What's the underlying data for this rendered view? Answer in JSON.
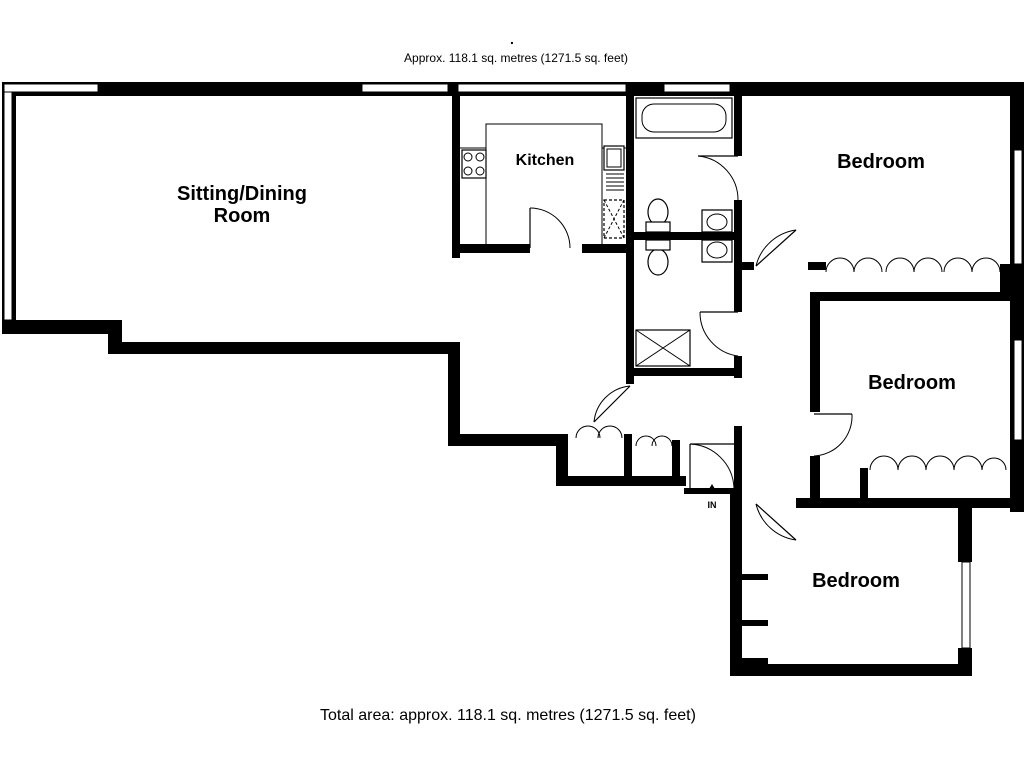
{
  "header": {
    "dot": ".",
    "area": "Approx. 118.1 sq. metres (1271.5 sq. feet)"
  },
  "rooms": {
    "sitting_dining_line1": "Sitting/Dining",
    "sitting_dining_line2": "Room",
    "kitchen": "Kitchen",
    "bedroom_1": "Bedroom",
    "bedroom_2": "Bedroom",
    "bedroom_3": "Bedroom"
  },
  "entrance": {
    "label": "IN"
  },
  "footer": {
    "total_area": "Total area: approx. 118.1 sq. metres (1271.5 sq. feet)"
  }
}
